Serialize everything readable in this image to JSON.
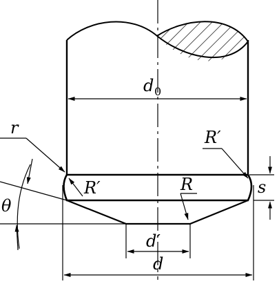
{
  "figure": {
    "labels": {
      "d0_main": "d",
      "d0_sub": "0",
      "d": "d",
      "d_prime": "d′",
      "r": "r",
      "R": "R",
      "R_prime_left": "R′",
      "R_prime_right": "R′",
      "s": "s",
      "theta": "θ"
    }
  },
  "colors": {
    "ink": "#000000",
    "paper": "#ffffff"
  }
}
